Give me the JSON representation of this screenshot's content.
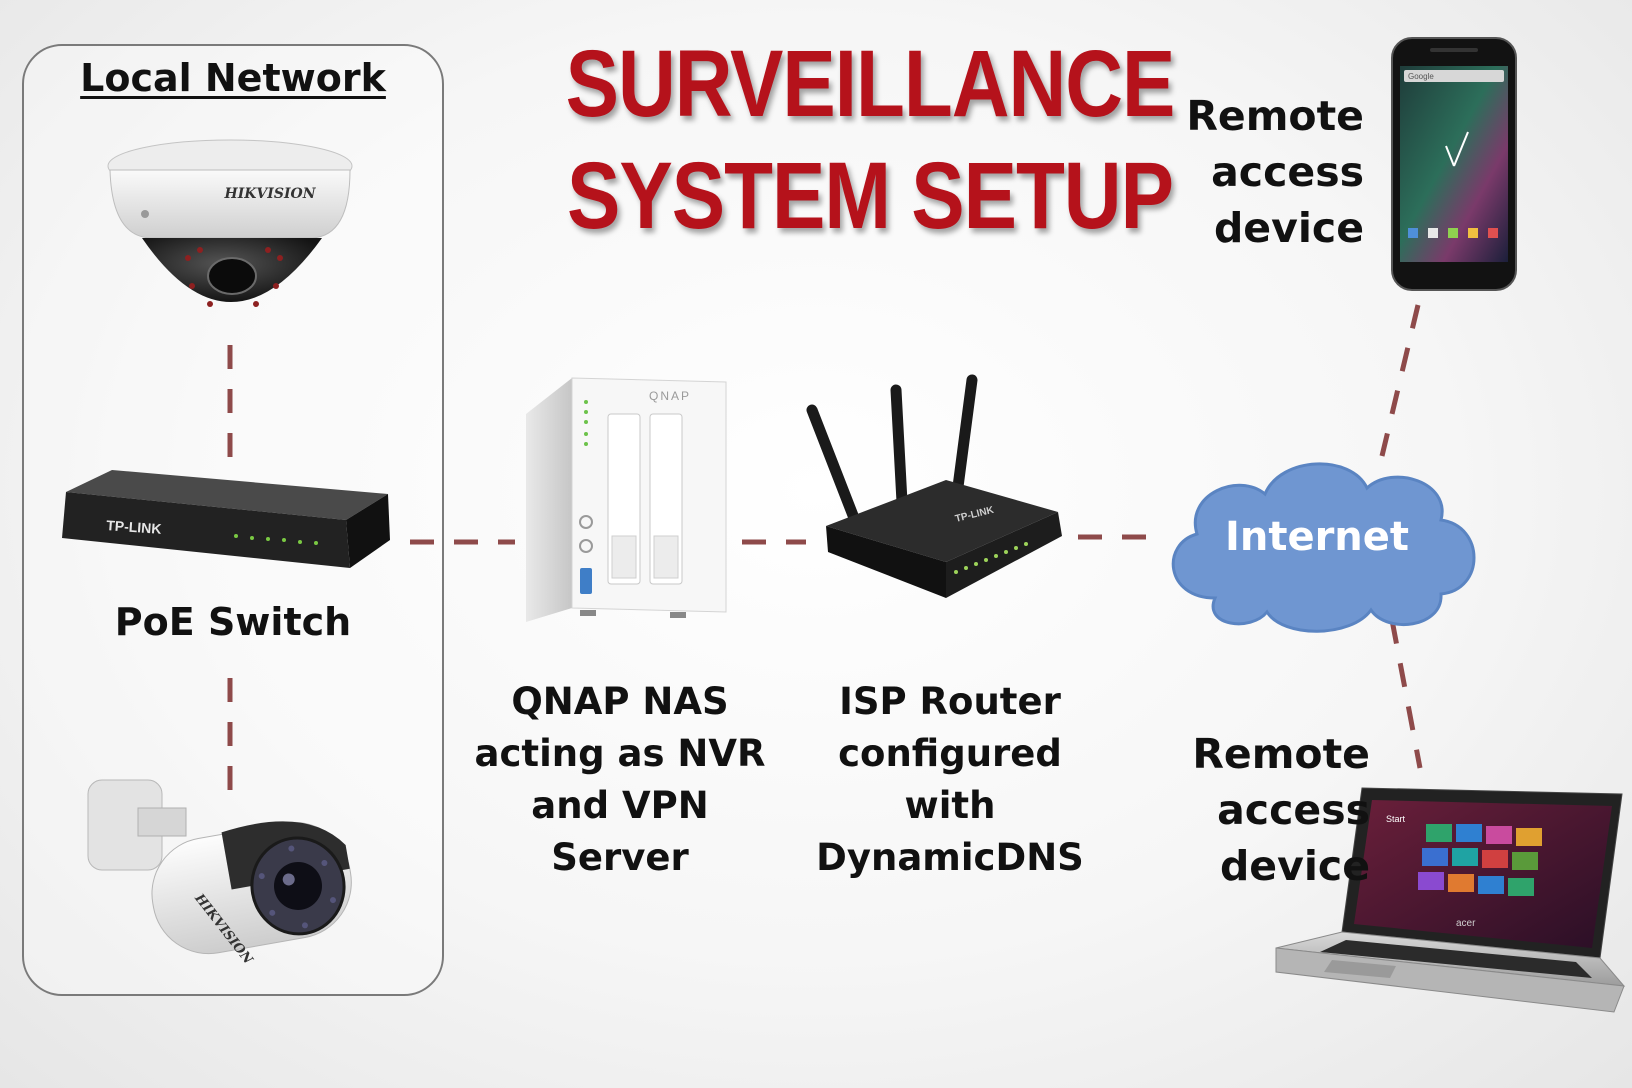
{
  "title": {
    "line1": "SURVEILLANCE",
    "line2": "SYSTEM SETUP"
  },
  "local_network": {
    "title": "Local Network",
    "switch_label": "PoE Switch"
  },
  "devices": {
    "dome_camera": {
      "brand": "HIKVISION",
      "icon": "dome-camera-icon"
    },
    "bullet_camera": {
      "brand": "HIKVISION",
      "icon": "bullet-camera-icon"
    },
    "switch": {
      "brand": "TP-LINK",
      "icon": "network-switch-icon"
    },
    "nas": {
      "brand": "QNAP",
      "icon": "nas-icon",
      "label_lines": [
        "QNAP NAS",
        "acting as NVR",
        "and VPN",
        "Server"
      ]
    },
    "router": {
      "brand": "TP-LINK",
      "icon": "router-icon",
      "label_lines": [
        "ISP Router",
        "configured",
        "with",
        "DynamicDNS"
      ]
    },
    "internet": {
      "label": "Internet",
      "icon": "cloud-icon"
    },
    "phone": {
      "icon": "smartphone-icon",
      "label_lines": [
        "Remote",
        "access",
        "device"
      ],
      "search_text": "Google"
    },
    "laptop": {
      "icon": "laptop-icon",
      "label_lines": [
        "Remote",
        "access",
        "device"
      ],
      "brand": "acer",
      "screen_text": "Start"
    }
  },
  "colors": {
    "title": "#b5121b",
    "link_dashes": "#8e4a4a",
    "cloud_fill": "#6f96d1",
    "cloud_stroke": "#5a84c2",
    "box_border": "#7a7a7a"
  }
}
